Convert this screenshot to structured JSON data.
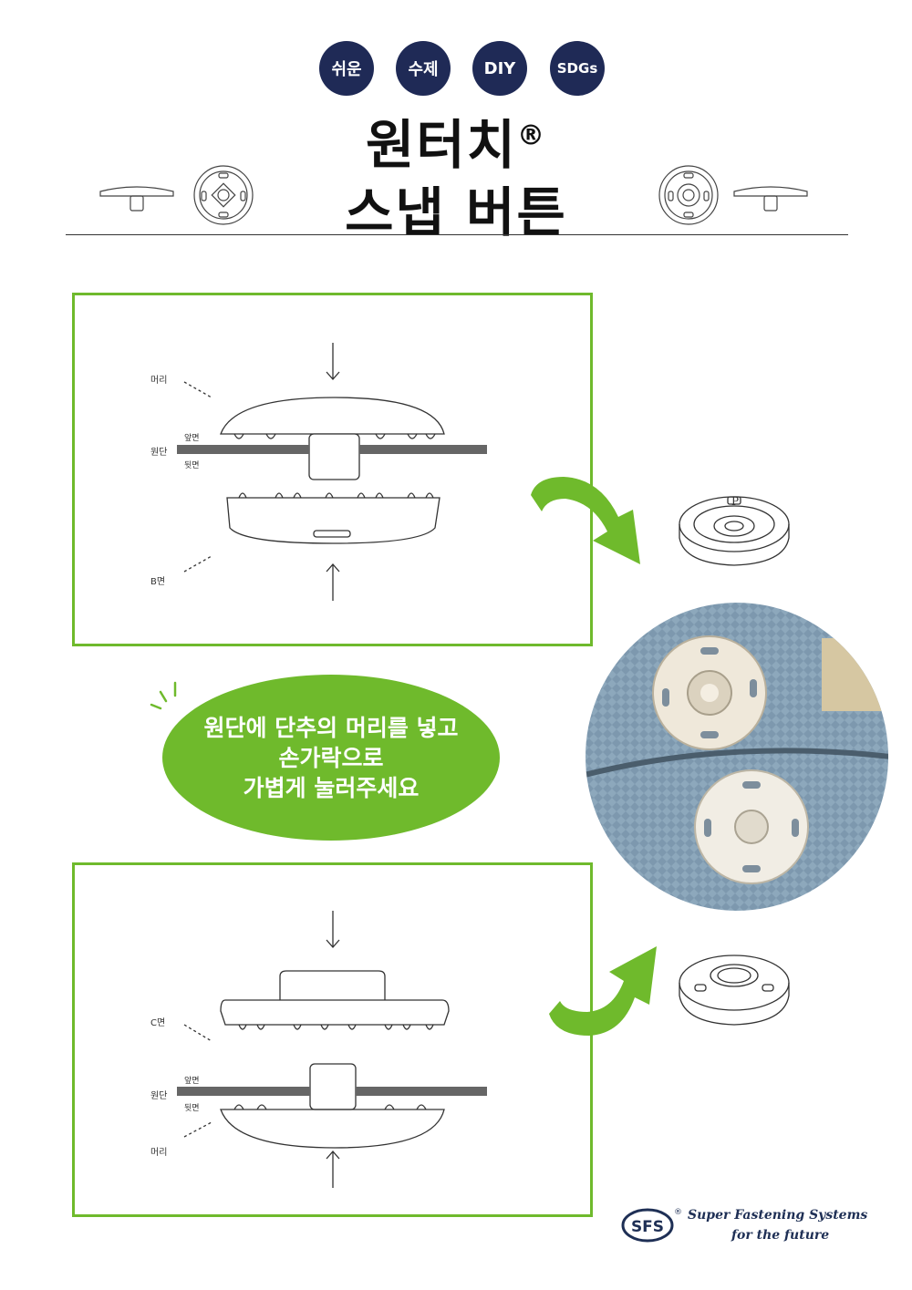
{
  "header": {
    "badges": [
      "쉬운",
      "수제",
      "DIY",
      "SDGs"
    ],
    "title_line1": "원터치",
    "title_reg": "®",
    "title_line2": "스냅 버튼"
  },
  "panel_top": {
    "label_head": "머리",
    "label_front": "앞면",
    "label_fabric": "원단",
    "label_back": "뒷면",
    "label_b_side": "B면"
  },
  "instruction": {
    "line1": "원단에 단추의 머리를 넣고",
    "line2": "손가락으로",
    "line3": "가볍게 눌러주세요"
  },
  "panel_bottom": {
    "label_c_side": "C면",
    "label_front": "앞면",
    "label_fabric": "원단",
    "label_back": "뒷면",
    "label_head": "머리"
  },
  "brand": {
    "logo_text": "SFS",
    "logo_reg": "®",
    "line1": "Super Fastening Systems",
    "line2": "for the future"
  },
  "colors": {
    "accent_green": "#6fba2c",
    "badge_navy": "#1f2a56",
    "brand_navy": "#1e2f55",
    "fabric_gray": "#666666"
  }
}
